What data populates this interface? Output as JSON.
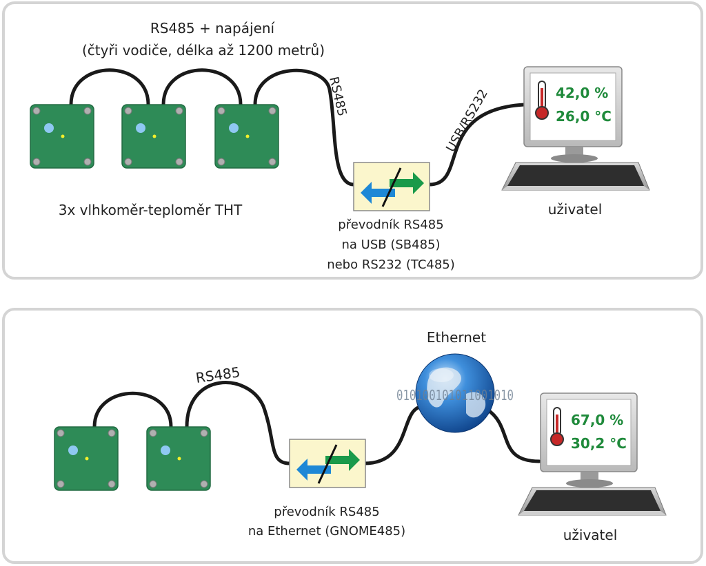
{
  "panel_top": {
    "bus_title_line1": "RS485 + napájení",
    "bus_title_line2": "(čtyři vodiče, délka až 1200 metrů)",
    "bus_cable_label": "RS485",
    "pc_cable_label": "USB/RS232",
    "sensors_label": "3x vlhkoměr-teploměr THT",
    "converter_line1": "převodník RS485",
    "converter_line2": "na USB (SB485)",
    "converter_line3": "nebo RS232 (TC485)",
    "user_label": "uživatel",
    "screen_humidity": "42,0 %",
    "screen_temperature": "26,0 °C"
  },
  "panel_bottom": {
    "bus_cable_label": "RS485",
    "network_label": "Ethernet",
    "converter_line1": "převodník RS485",
    "converter_line2": "na Ethernet (GNOME485)",
    "user_label": "uživatel",
    "screen_humidity": "67,0 %",
    "screen_temperature": "30,2 °C",
    "globe_binary_text": "010100101011001010"
  },
  "colors": {
    "panel_border": "#d4d4d4",
    "sensor_board": "#2e8b57",
    "converter_box": "#fbf6cc",
    "readout_text": "#1f8a3b",
    "arrow_blue": "#1e88d6",
    "arrow_green": "#1a9a4a"
  },
  "icons": [
    "sensor-board-icon",
    "converter-icon",
    "computer-icon",
    "thermometer-icon",
    "globe-icon"
  ]
}
